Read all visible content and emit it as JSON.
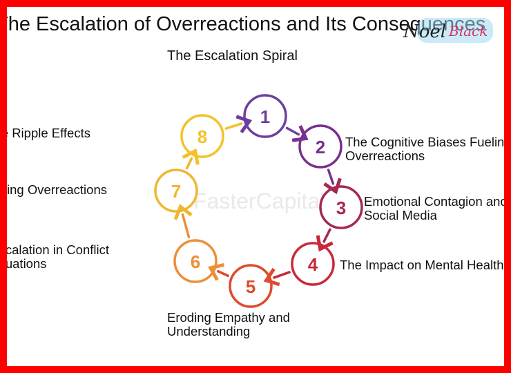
{
  "title": "The Escalation of Overreactions and Its Consequences",
  "subtitle": "The Escalation Spiral",
  "watermark": "FasterCapital",
  "logo_text": "Noel Black",
  "steps": [
    {
      "number": "1",
      "label": "",
      "color": "#6b3fa0"
    },
    {
      "number": "2",
      "label_line1": "The Cognitive Biases Fueling",
      "label_line2": "Overreactions",
      "color": "#7a2f8f"
    },
    {
      "number": "3",
      "label_line1": "Emotional Contagion and",
      "label_line2": "Social Media",
      "color": "#a3294f"
    },
    {
      "number": "4",
      "label_line1": "The Impact on Mental Health",
      "color": "#c8283a"
    },
    {
      "number": "5",
      "label_line1": "Eroding Empathy and",
      "label_line2": "Understanding",
      "color": "#de4a2a"
    },
    {
      "number": "6",
      "label_line1": "Escalation in Conflict",
      "label_line2": "Situations",
      "color": "#ec8f3a"
    },
    {
      "number": "7",
      "label_line1": "Managing Overreactions",
      "color": "#efb72e"
    },
    {
      "number": "8",
      "label_line1": "The Ripple Effects",
      "color": "#f2c22c"
    }
  ]
}
